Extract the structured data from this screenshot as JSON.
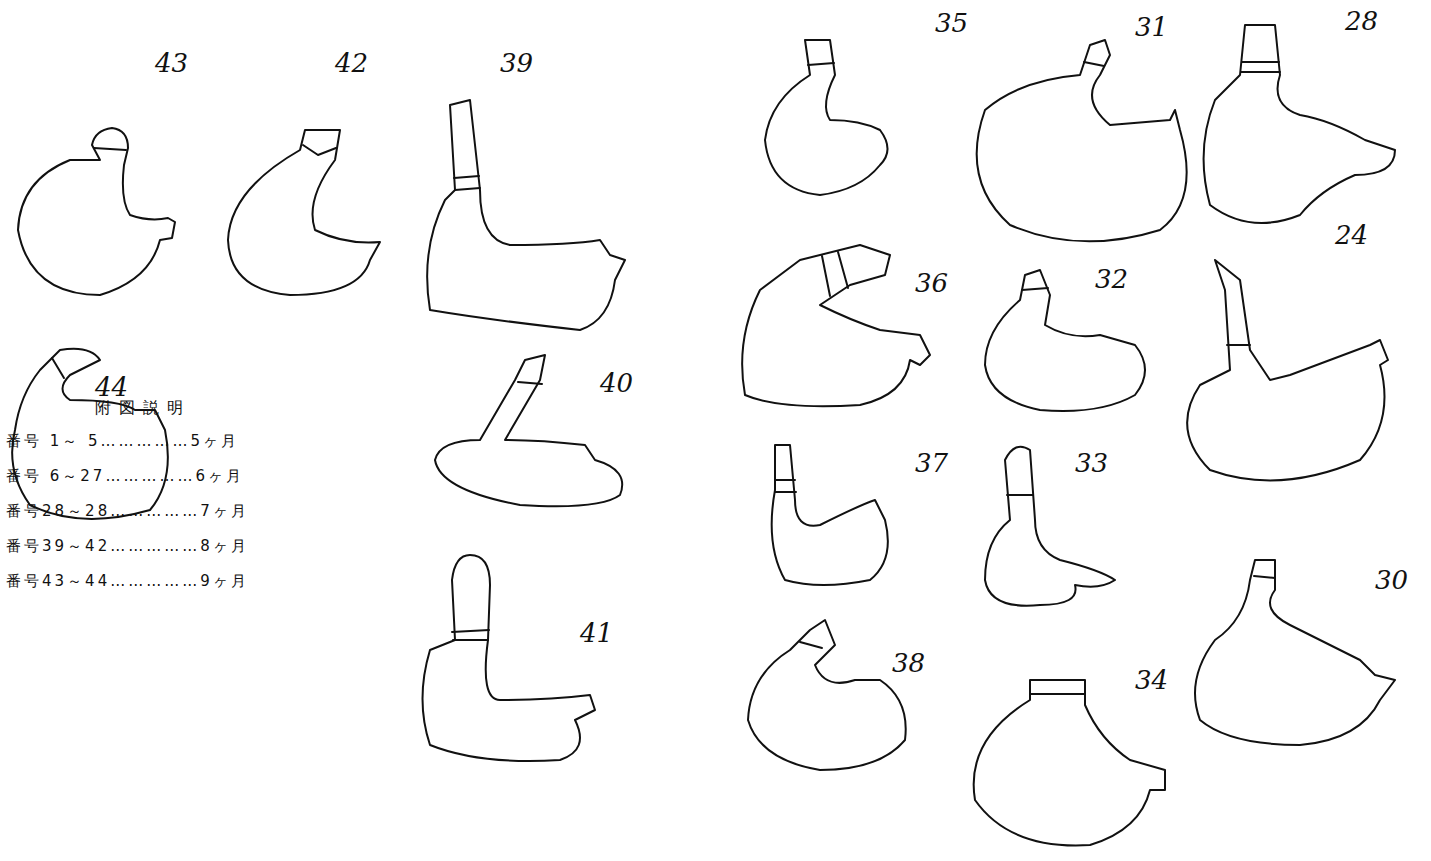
{
  "diagram": {
    "labels": [
      "43",
      "42",
      "39",
      "44",
      "40",
      "41",
      "附図説明",
      "番号 1～ 5……………5ヶ月",
      "番号 6～27……………6ヶ月",
      "番号28～28……………7ヶ月",
      "番号39～42……………8ヶ月",
      "番号43～44……………9ヶ月",
      "35",
      "31",
      "28",
      "36",
      "32",
      "24",
      "37",
      "33",
      "30",
      "38",
      "34"
    ]
  }
}
